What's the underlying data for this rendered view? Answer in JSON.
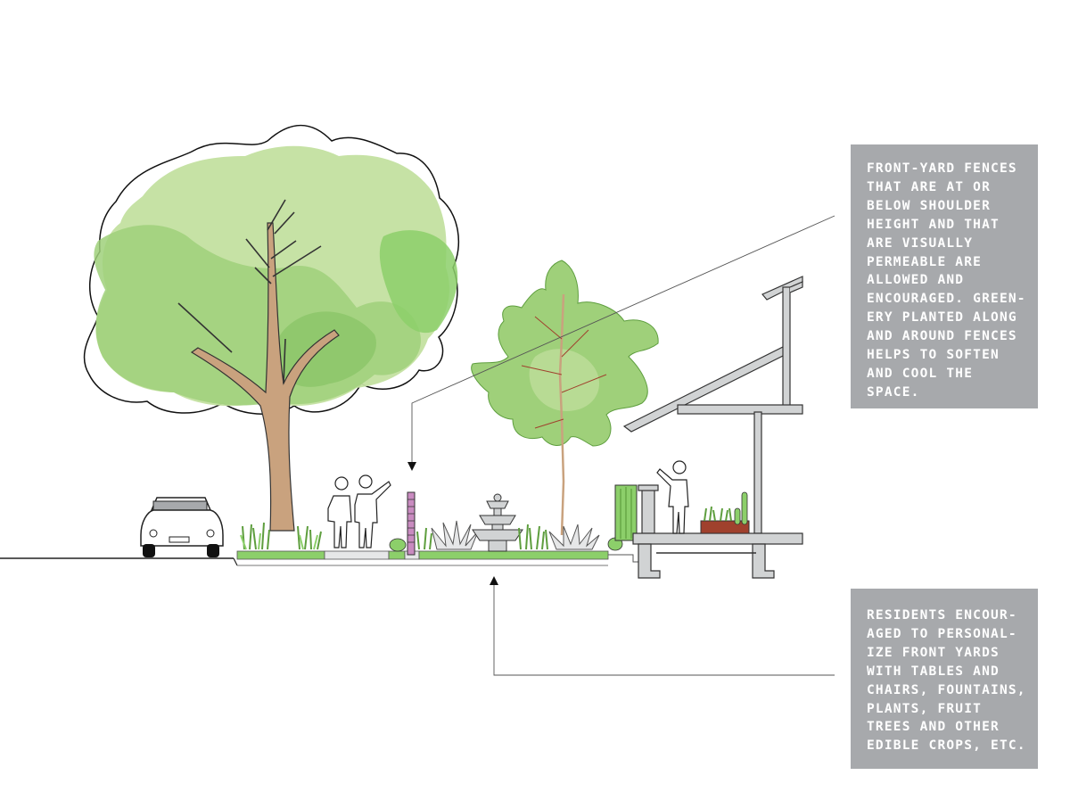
{
  "callouts": {
    "fences": {
      "lines": [
        "FRONT-YARD FENCES",
        "THAT ARE AT OR",
        "BELOW SHOULDER",
        "HEIGHT AND THAT",
        "ARE VISUALLY",
        "PERMEABLE ARE",
        "ALLOWED AND",
        "ENCOURAGED. GREEN-",
        "ERY PLANTED ALONG",
        "AND AROUND FENCES",
        "HELPS TO SOFTEN",
        "AND COOL THE",
        "SPACE."
      ]
    },
    "residents": {
      "lines": [
        "RESIDENTS ENCOUR-",
        "AGED TO PERSONAL-",
        "IZE FRONT YARDS",
        "WITH TABLES AND",
        "CHAIRS, FOUNTAINS,",
        "PLANTS, FRUIT",
        "TREES AND OTHER",
        "EDIBLE CROPS, ETC."
      ]
    }
  },
  "colors": {
    "canopy_light": "#c3e0a0",
    "canopy_mid": "#9fd07a",
    "canopy_dark": "#7fbf5c",
    "trunk": "#c9a27e",
    "lawn": "#8ccf6a",
    "callout_bg": "#a7a9ac",
    "callout_text": "#ffffff",
    "house_gray": "#d1d3d4",
    "fence_pink": "#c98bc0",
    "pot_brown": "#a0412d"
  }
}
